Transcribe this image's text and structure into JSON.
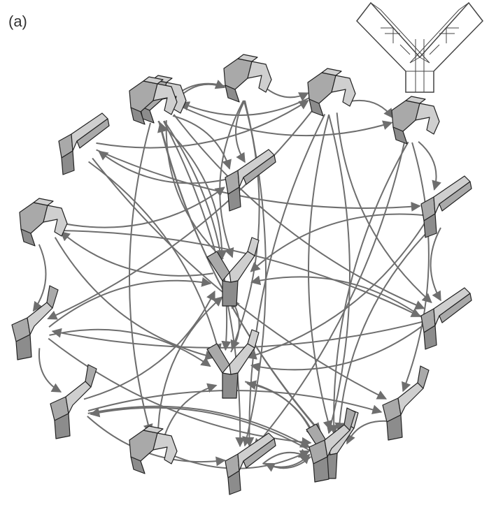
{
  "figure": {
    "panel_label": "(a)",
    "colors": {
      "arrow": "#6e6e6e",
      "shape_fill": "#a9a9a9",
      "shape_light": "#cfcfcf",
      "shape_dark": "#8c8c8c",
      "outline": "#222222",
      "net_fill": "#ffffff"
    },
    "nodes": [
      {
        "id": "n1",
        "kind": "curl"
      },
      {
        "id": "n2",
        "kind": "curl"
      },
      {
        "id": "n3",
        "kind": "curl"
      },
      {
        "id": "n4",
        "kind": "curl"
      },
      {
        "id": "n5",
        "kind": "arm"
      },
      {
        "id": "n6",
        "kind": "arm"
      },
      {
        "id": "n7",
        "kind": "curl"
      },
      {
        "id": "n8",
        "kind": "arm"
      },
      {
        "id": "n9",
        "kind": "y"
      },
      {
        "id": "n10",
        "kind": "arm"
      },
      {
        "id": "n11",
        "kind": "hook"
      },
      {
        "id": "n12",
        "kind": "y"
      },
      {
        "id": "n13",
        "kind": "hook"
      },
      {
        "id": "n14",
        "kind": "hook"
      },
      {
        "id": "n15",
        "kind": "curl"
      },
      {
        "id": "n16",
        "kind": "arm"
      },
      {
        "id": "n17",
        "kind": "y"
      },
      {
        "id": "n18",
        "kind": "curl"
      },
      {
        "id": "n19",
        "kind": "hook"
      }
    ],
    "edges": [
      [
        "n1",
        "n2"
      ],
      [
        "n2",
        "n3"
      ],
      [
        "n3",
        "n4"
      ],
      [
        "n1",
        "n4"
      ],
      [
        "n4",
        "n8"
      ],
      [
        "n8",
        "n10"
      ],
      [
        "n10",
        "n11"
      ],
      [
        "n11",
        "n13"
      ],
      [
        "n13",
        "n14"
      ],
      [
        "n14",
        "n19"
      ],
      [
        "n19",
        "n16"
      ],
      [
        "n16",
        "n17"
      ],
      [
        "n17",
        "n18"
      ],
      [
        "n18",
        "n15"
      ],
      [
        "n15",
        "n12"
      ],
      [
        "n12",
        "n9"
      ],
      [
        "n9",
        "n7"
      ],
      [
        "n7",
        "n6"
      ],
      [
        "n6",
        "n5"
      ],
      [
        "n5",
        "n3"
      ],
      [
        "n3",
        "n1"
      ],
      [
        "n2",
        "n6"
      ],
      [
        "n2",
        "n12"
      ],
      [
        "n2",
        "n9"
      ],
      [
        "n2",
        "n16"
      ],
      [
        "n2",
        "n18"
      ],
      [
        "n1",
        "n6"
      ],
      [
        "n1",
        "n9"
      ],
      [
        "n1",
        "n12"
      ],
      [
        "n1",
        "n10"
      ],
      [
        "n1",
        "n16"
      ],
      [
        "n3",
        "n10"
      ],
      [
        "n3",
        "n11"
      ],
      [
        "n3",
        "n16"
      ],
      [
        "n3",
        "n19"
      ],
      [
        "n3",
        "n17"
      ],
      [
        "n4",
        "n14"
      ],
      [
        "n4",
        "n19"
      ],
      [
        "n4",
        "n16"
      ],
      [
        "n5",
        "n8"
      ],
      [
        "n5",
        "n12"
      ],
      [
        "n5",
        "n14"
      ],
      [
        "n7",
        "n11"
      ],
      [
        "n7",
        "n12"
      ],
      [
        "n7",
        "n10"
      ],
      [
        "n8",
        "n9"
      ],
      [
        "n8",
        "n12"
      ],
      [
        "n8",
        "n17"
      ],
      [
        "n10",
        "n12"
      ],
      [
        "n10",
        "n9"
      ],
      [
        "n11",
        "n12"
      ],
      [
        "n11",
        "n17"
      ],
      [
        "n11",
        "n9"
      ],
      [
        "n13",
        "n9"
      ],
      [
        "n13",
        "n17"
      ],
      [
        "n13",
        "n16"
      ],
      [
        "n15",
        "n9"
      ],
      [
        "n15",
        "n17"
      ],
      [
        "n18",
        "n9"
      ],
      [
        "n18",
        "n17"
      ],
      [
        "n19",
        "n17"
      ],
      [
        "n19",
        "n13"
      ],
      [
        "n16",
        "n19"
      ],
      [
        "n17",
        "n12"
      ],
      [
        "n12",
        "n17"
      ]
    ]
  }
}
